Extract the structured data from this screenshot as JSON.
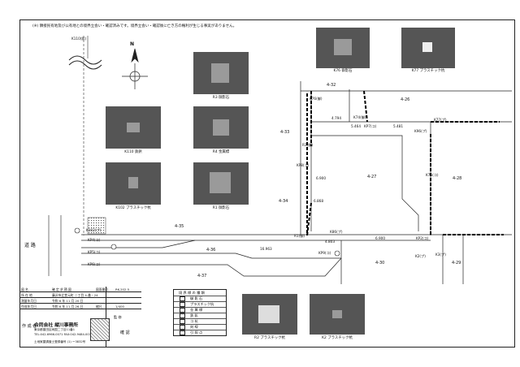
{
  "note": "(※) 隣接民有地及び公有地との境界立会い・確認済みです。境界立会い・確認後に亡き方の権利が生じる事実がありません。",
  "photos": [
    {
      "id": "p_r3",
      "caption": "R3 御影石"
    },
    {
      "id": "p_k110",
      "caption": "K110 鉄鋲"
    },
    {
      "id": "p_r4",
      "caption": "R4 金属標"
    },
    {
      "id": "p_k102",
      "caption": "K102 プラスチック杭"
    },
    {
      "id": "p_r1",
      "caption": "R1 御影石"
    },
    {
      "id": "p_k76",
      "caption": "K76 御影石"
    },
    {
      "id": "p_k77",
      "caption": "K77 プラスチック杭"
    },
    {
      "id": "p_r2",
      "caption": "R2 プラスチック杭"
    },
    {
      "id": "p_k2",
      "caption": "K2 プラスチック杭"
    }
  ],
  "lots": {
    "l_4_32": "4-32",
    "l_4_26": "4-26",
    "l_4_33": "4-33",
    "l_4_27": "4-27",
    "l_4_28": "4-28",
    "l_4_34": "4-34",
    "l_4_35": "4-35",
    "l_4_36": "4-36",
    "l_4_37": "4-37",
    "l_4_30": "4-30",
    "l_4_29": "4-29"
  },
  "points": {
    "k110": "K110(鋲)",
    "k102": "K102(プ)",
    "k76": "K76(御)",
    "k77": "K77(プ)",
    "k74": "K74(御)",
    "kp4": "KP4(コ)",
    "kp5": "KP5(コ)",
    "kp6": "KP6(コ)",
    "kp7": "KP7(コ)",
    "kp8": "KP8(コ)",
    "kp9": "KP9(コ)",
    "kp2": "KP2(コ)",
    "k86": "K86(プ)",
    "r1": "R1(御)",
    "r3": "R3(御)",
    "k2": "K2(プ)",
    "k3": "K3(プ)",
    "k96": "K96(プ)",
    "k75": "K75(コ)"
  },
  "dims": {
    "d1": "4.794",
    "d2": "5.464",
    "d3": "5.481",
    "d4": "6.868",
    "d5": "6.900",
    "d6": "16.963",
    "d7": "6.900",
    "d8": "4.803"
  },
  "road": {
    "label": "道 路"
  },
  "title_block": {
    "rows": [
      {
        "key": "図 名",
        "val": "確 定 求 積 図",
        "key2": "図面番号",
        "val2": "RK-202-5"
      },
      {
        "key": "所 在 地",
        "val": "藤沢市辻堂元町 二丁目 4-番・24"
      },
      {
        "key": "測量年月日",
        "val": "令和 6 年 11 月 20 日"
      },
      {
        "key": "作成年月日",
        "val": "令和 6 年 11 月 26 日",
        "key2": "縮尺",
        "val2": "1/400"
      }
    ],
    "maker_label": "作 成 者",
    "company": "合同会社  縦川事務所",
    "addr1": "東京都墨田区両国二丁目11番1",
    "tel": "TEL:042-6966-0071 FAX:042-9484-0078",
    "reg": "土地家屋調査士登録番号 (1) ー3832号",
    "confirm": "確 認",
    "kaihatsu": "監 修"
  },
  "legend": {
    "title": "境 界 標 の 種 類",
    "rows": [
      "御 影 石",
      "プラスチック杭",
      "金 属 標",
      "鉄 鋲",
      "コ 杭",
      "刻 線",
      "引 照 点"
    ]
  },
  "north": "N"
}
